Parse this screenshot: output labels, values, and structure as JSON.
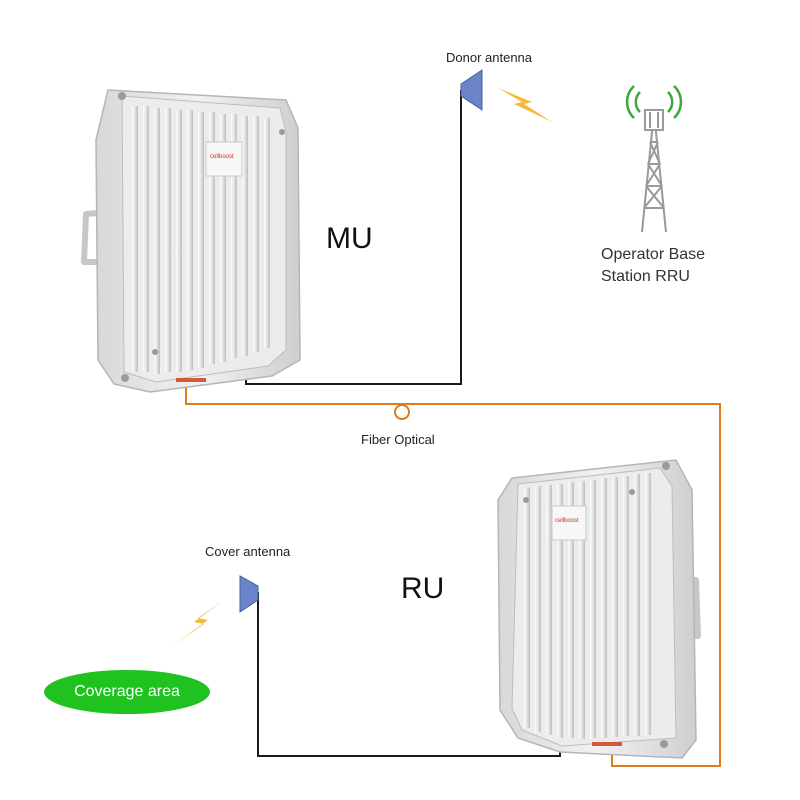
{
  "labels": {
    "donor_antenna": "Donor antenna",
    "fiber_optical": "Fiber Optical",
    "cover_antenna": "Cover antenna",
    "mu": "MU",
    "ru": "RU",
    "base_station_line1": "Operator Base",
    "base_station_line2": "Station RRU",
    "coverage_area": "Coverage area",
    "device_brand": "cellboost"
  },
  "colors": {
    "fiber": "#e07b1a",
    "cable": "#1a1a1a",
    "antenna": "#6b83c8",
    "lightning": "#f5b83a",
    "coverage": "#1fc21f",
    "tower": "#999999",
    "signal": "#3aa83a"
  },
  "icons": [
    "donor-antenna-icon",
    "cover-antenna-icon",
    "lightning-icon",
    "base-station-tower-icon",
    "fiber-connector-icon"
  ]
}
